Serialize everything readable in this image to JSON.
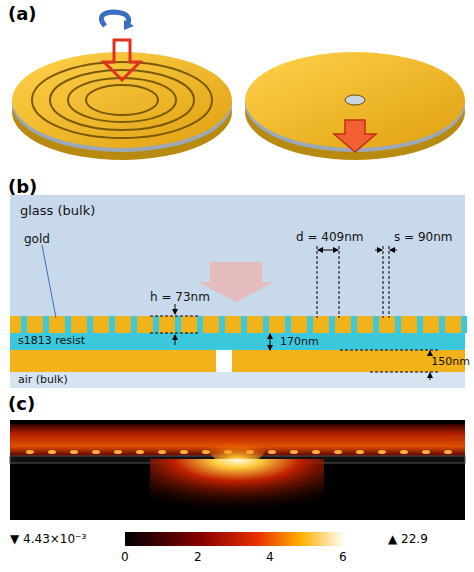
{
  "diagram": {
    "nodes": [
      {
        "text": [
          "glass (bulk)"
        ]
      },
      {
        "text": [
          "s1813 resist"
        ]
      },
      {
        "text": [
          "air (bulk)"
        ]
      }
    ],
    "labels": [
      "(a)",
      "(b)",
      "gold",
      "h = 73nm",
      "d = 409nm",
      "s = 90nm",
      "170nm",
      "150nm",
      "(c)",
      "▼ 4.43×10⁻³",
      "0",
      "2",
      "4",
      "6",
      "▲ 22.9"
    ]
  }
}
